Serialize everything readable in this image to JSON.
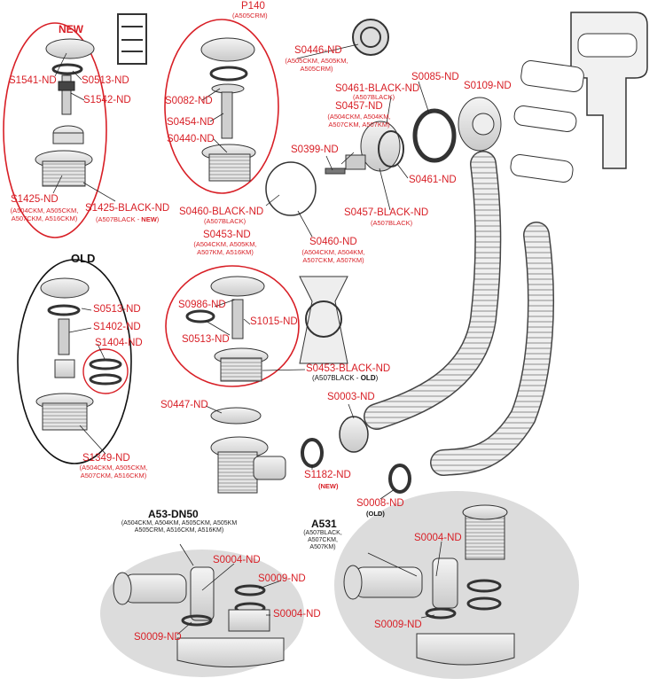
{
  "colors": {
    "accent": "#d81f26",
    "line": "#333333",
    "fill": "#e9e9e9",
    "panel": "#dcdcdc"
  },
  "groups": {
    "new": "NEW",
    "old": "OLD"
  },
  "labels": {
    "p140": "P140",
    "p140_sub": "(A505CRM)",
    "s1541": "S1541-ND",
    "s0513a": "S0513-ND",
    "s1542": "S1542-ND",
    "s1425": "S1425-ND",
    "s1425_sub": "(A504CKM, A505CKM,\nA507CKM, A516CKM)",
    "s1425b": "S1425-BLACK-ND",
    "s1425b_sub": "(A507BLACK - ",
    "s1425b_new": "NEW",
    "s1425b_close": ")",
    "s0082": "S0082-ND",
    "s0454": "S0454-ND",
    "s0440": "S0440-ND",
    "s0446": "S0446-ND",
    "s0446_sub": "(A505CKM, A505KM,\nA505CRM)",
    "s0085": "S0085-ND",
    "s0109": "S0109-ND",
    "s0461b": "S0461-BLACK-ND",
    "s0461b_sub": "(A507BLACK)",
    "s0457": "S0457-ND",
    "s0457_sub": "(A504CKM, A504KM,\nA507CKM, A507KM)",
    "s0399": "S0399-ND",
    "s0461": "S0461-ND",
    "s0460b": "S0460-BLACK-ND",
    "s0460b_sub": "(A507BLACK)",
    "s0457b": "S0457-BLACK-ND",
    "s0457b_sub": "(A507BLACK)",
    "s0453": "S0453-ND",
    "s0453_sub": "(A504CKM, A505KM,\nA507KM, A516KM)",
    "s0460": "S0460-ND",
    "s0460_sub": "(A504CKM, A504KM,\nA507CKM, A507KM)",
    "s0513b": "S0513-ND",
    "s1402": "S1402-ND",
    "s1404": "S1404-ND",
    "s0986": "S0986-ND",
    "s1015": "S1015-ND",
    "s0513c": "S0513-ND",
    "s0453b": "S0453-BLACK-ND",
    "s0453b_sub": "(A507BLACK - ",
    "s0453b_old": "OLD",
    "s0453b_close": ")",
    "s1349": "S1349-ND",
    "s1349_sub": "(A504CKM, A505CKM,\nA507CKM, A516CKM)",
    "s0447": "S0447-ND",
    "s0003": "S0003-ND",
    "s1182": "S1182-ND",
    "s1182_sub": "(NEW)",
    "s0008": "S0008-ND",
    "s0008_sub": "(OLD)",
    "a53": "A53-DN50",
    "a53_sub": "(A504CKM, A504KM, A505CKM, A505KM\nA505CRM, A516CKM, A516KM)",
    "a531": "A531",
    "a531_sub": "(A507BLACK,\nA507CKM,\nA507KM)",
    "s0004a": "S0004-ND",
    "s0009a": "S0009-ND",
    "s0004b": "S0004-ND",
    "s0009b": "S0009-ND",
    "s0004c": "S0004-ND",
    "s0009c": "S0009-ND"
  }
}
